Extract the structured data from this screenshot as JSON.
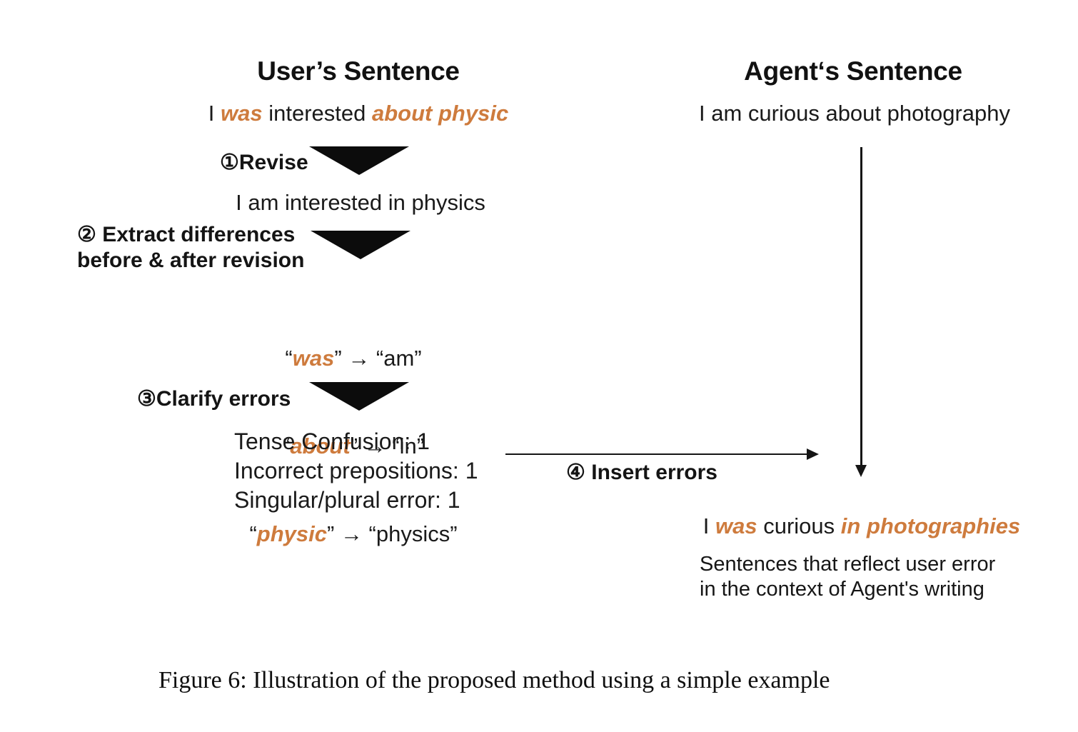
{
  "colors": {
    "accent_orange": "#CE7B3D",
    "text_black": "#1A1A1A",
    "shape_black": "#0C0C0C"
  },
  "user_column": {
    "title": "User’s Sentence",
    "original_sentence": {
      "part1": "I ",
      "error1": "was",
      "part2": " interested ",
      "error2": "about physic"
    },
    "step1_label": "①Revise",
    "revised_sentence": "I am interested in physics",
    "step2_label": {
      "line1": "② Extract differences",
      "line2": "before & after revision"
    },
    "differences": [
      {
        "open_quote": "“",
        "source": "was",
        "close_quote": "”",
        "mapping": " → “am”"
      },
      {
        "open_quote": "“",
        "source": "about",
        "close_quote": "”",
        "mapping": " → “in”"
      },
      {
        "open_quote": "“",
        "source": "physic",
        "close_quote": "”",
        "mapping": " → “physics”"
      }
    ],
    "step3_label": "③Clarify errors",
    "error_counts": [
      "Tense Confusion: 1",
      "Incorrect prepositions: 1",
      "Singular/plural error: 1"
    ]
  },
  "flow": {
    "step4_label": "④ Insert errors"
  },
  "agent_column": {
    "title": "Agent‘s Sentence",
    "original_sentence": "I am curious about photography",
    "result_sentence": {
      "part1": "I ",
      "error1": "was",
      "part2": " curious ",
      "error2": "in photographies"
    },
    "note": {
      "line1": "Sentences that reflect user error",
      "line2": "in the context of Agent's writing"
    }
  },
  "caption": "Figure 6: Illustration of the proposed method using a simple example"
}
